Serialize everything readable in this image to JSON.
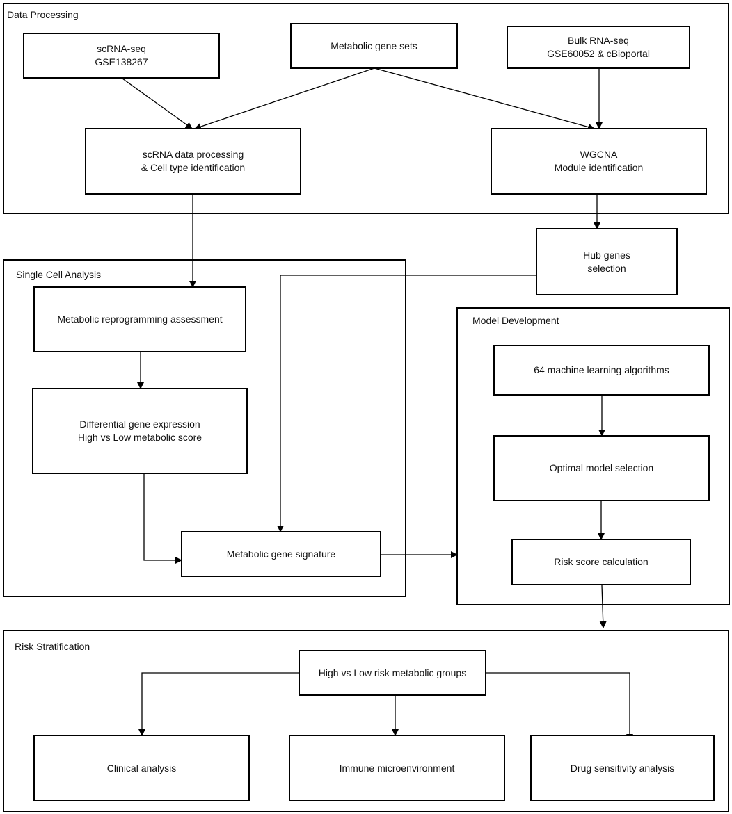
{
  "sections": {
    "data_processing": "Data Processing",
    "single_cell": "Single Cell Analysis",
    "model_development": "Model Development",
    "risk_stratification": "Risk Stratification"
  },
  "nodes": {
    "scrna_seq": [
      "scRNA-seq",
      "GSE138267"
    ],
    "metabolic_gene_sets": [
      "Metabolic gene sets"
    ],
    "bulk_rna_seq": [
      "Bulk RNA-seq",
      "GSE60052 & cBioportal"
    ],
    "scrna_processing": [
      "scRNA data processing",
      "& Cell type identification"
    ],
    "wgcna": [
      "WGCNA",
      "Module identification"
    ],
    "hub_genes": [
      "Hub genes",
      "selection"
    ],
    "metabolic_reprogramming": [
      "Metabolic reprogramming assessment"
    ],
    "differential_expression": [
      "Differential gene expression",
      "High vs Low metabolic score"
    ],
    "metabolic_signature": [
      "Metabolic gene signature"
    ],
    "ml_algorithms": [
      "64 machine learning algorithms"
    ],
    "optimal_model": [
      "Optimal model selection"
    ],
    "risk_score": [
      "Risk score calculation"
    ],
    "risk_groups": [
      "High vs Low risk metabolic groups"
    ],
    "clinical": [
      "Clinical analysis"
    ],
    "immune": [
      "Immune microenvironment"
    ],
    "drug": [
      "Drug sensitivity analysis"
    ]
  }
}
